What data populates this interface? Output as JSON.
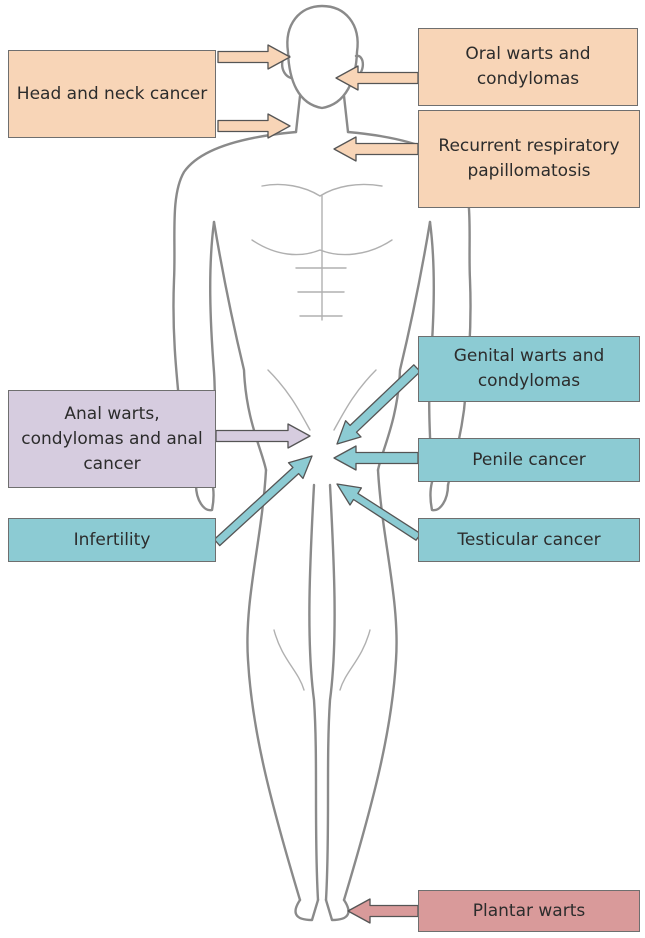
{
  "colors": {
    "oral_region": "#f8d5b7",
    "genital_region": "#8ccbd3",
    "anal_region": "#d6ccdf",
    "foot_region": "#d99a9a",
    "outline": "#8a8a8a"
  },
  "labels": {
    "head_neck": "Head and neck cancer",
    "oral_warts": "Oral warts and condylomas",
    "rrp": "Recurrent respiratory papillomatosis",
    "genital_warts": "Genital warts and condylomas",
    "anal": "Anal warts, condylomas and anal cancer",
    "penile": "Penile cancer",
    "infertility": "Infertility",
    "testicular": "Testicular cancer",
    "plantar": "Plantar warts"
  }
}
